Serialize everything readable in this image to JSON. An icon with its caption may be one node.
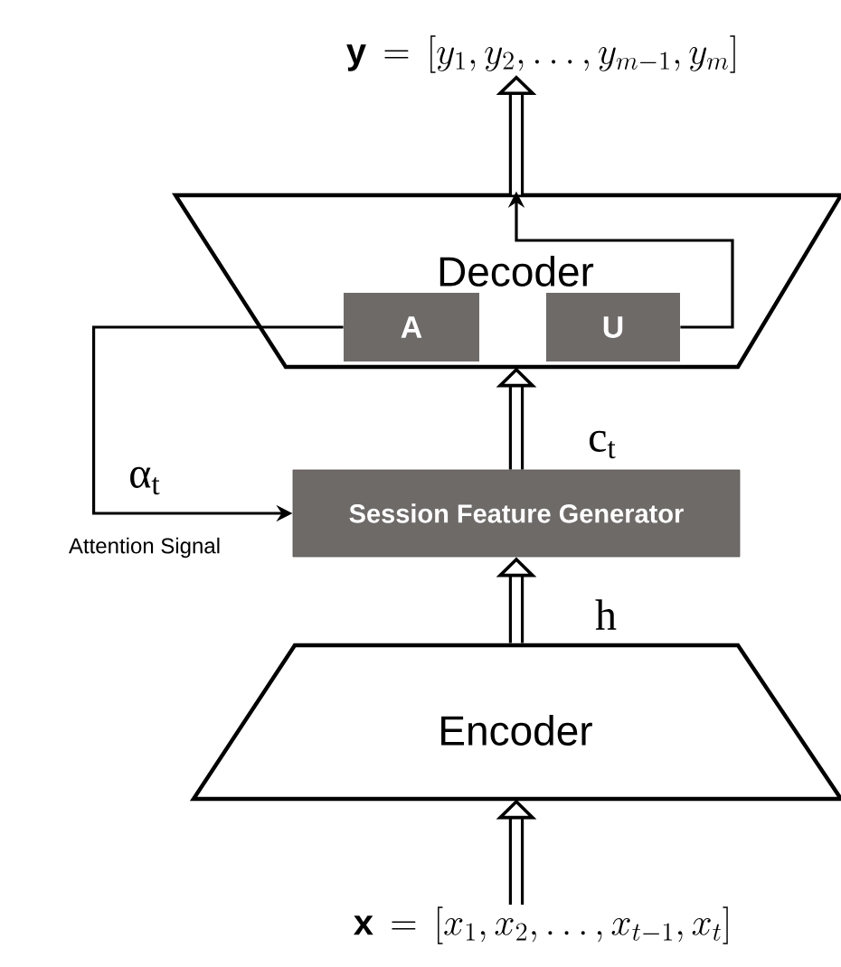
{
  "diagram": {
    "nodes": [
      {
        "text": [
          "\\mathbf{y} \\,=\\, [y_1, y_2, \\ldots, y_{m-1}, y_m]"
        ]
      },
      {
        "text": [
          "Decoder"
        ]
      },
      {
        "text": [
          "A"
        ],
        "in": 1
      },
      {
        "text": [
          "U"
        ],
        "in": 1
      },
      {
        "text": [
          "Session Feature Generator"
        ]
      },
      {
        "text": [
          "Encoder"
        ]
      },
      {
        "text": [
          "\\mathbf{x} \\,=\\, [x_1, x_2, \\ldots, x_{t-1}, x_t]"
        ]
      }
    ],
    "edges": [
      {
        "from": 1,
        "to": 0,
        "arrow": "to"
      },
      {
        "from": 4,
        "to": 1,
        "arrow": "to",
        "label": "c$_{t}$"
      },
      {
        "from": 5,
        "to": 4,
        "arrow": "to",
        "label": "h"
      },
      {
        "from": 6,
        "to": 5,
        "arrow": "to"
      },
      {
        "from": 2,
        "to": 4,
        "arrow": "to",
        "label": "α$_{t}$"
      },
      {
        "from": 3,
        "to": 1,
        "arrow": "to"
      }
    ],
    "labels": [
      "Attention Signal"
    ]
  }
}
